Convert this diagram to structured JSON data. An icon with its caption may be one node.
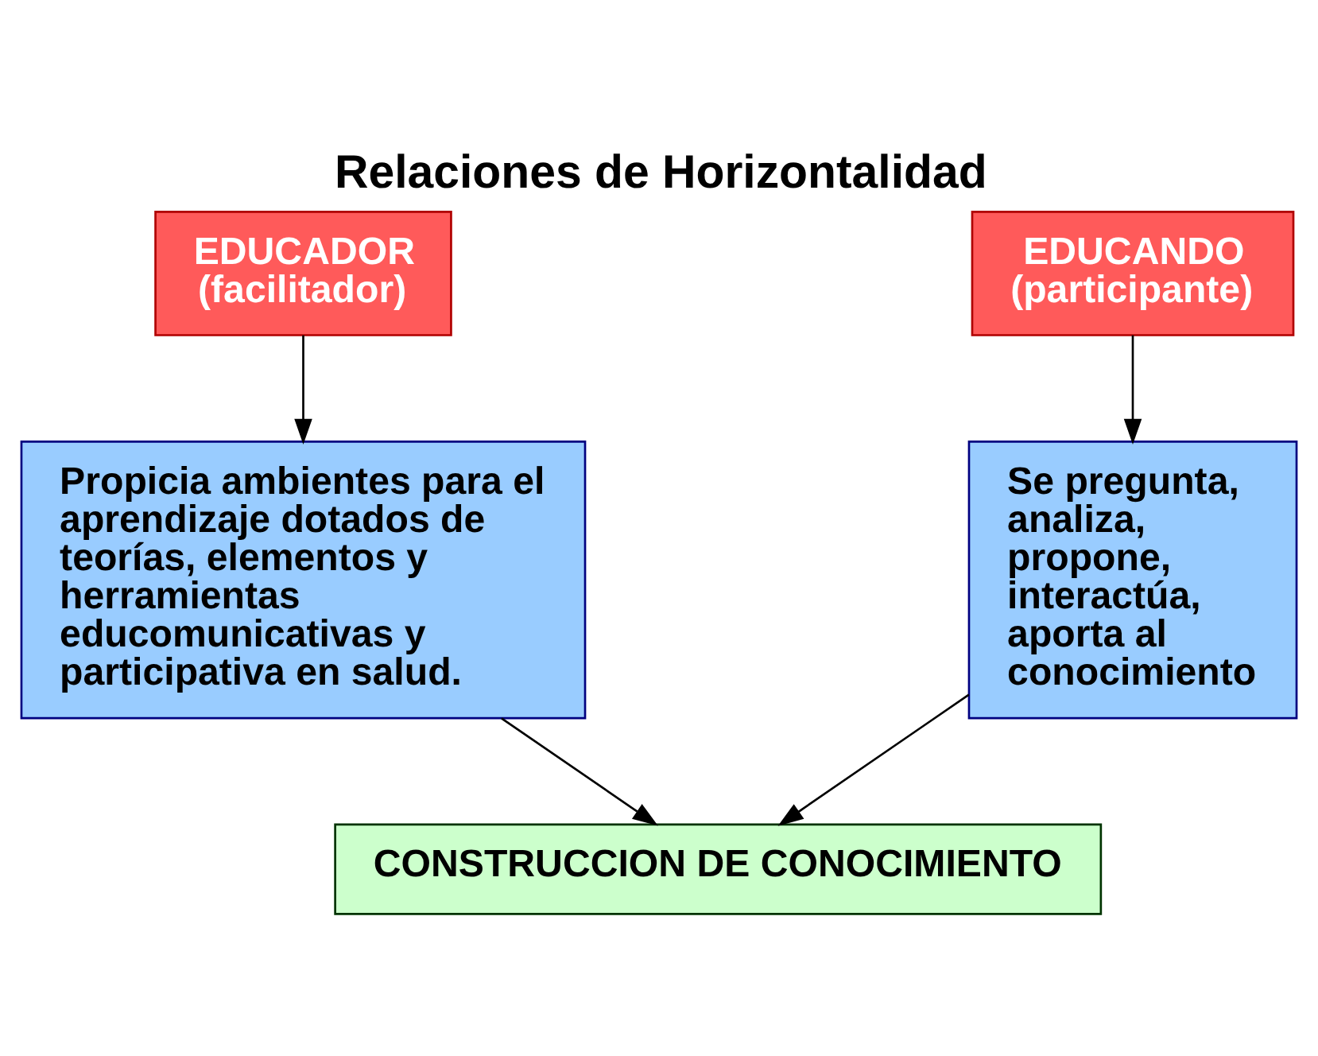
{
  "diagram": {
    "title": "Relaciones de Horizontalidad",
    "nodes": [
      {
        "text": [
          "EDUCADOR (facilitador)"
        ]
      },
      {
        "text": [
          "EDUCANDO (participante)"
        ]
      },
      {
        "text": [
          "Propicia ambientes para el aprendizaje dotados de teorías, elementos y herramientas educomunicativas y participativa en salud."
        ]
      },
      {
        "text": [
          "Se pregunta, analiza, propone, interactúa, aporta al conocimiento"
        ]
      },
      {
        "text": [
          "CONSTRUCCION DE CONOCIMIENTO"
        ]
      }
    ],
    "edges": [
      {
        "from": 0,
        "to": 2,
        "arrow": "to"
      },
      {
        "from": 1,
        "to": 3,
        "arrow": "to"
      },
      {
        "from": 2,
        "to": 4,
        "arrow": "to"
      },
      {
        "from": 3,
        "to": 4,
        "arrow": "to"
      }
    ]
  }
}
